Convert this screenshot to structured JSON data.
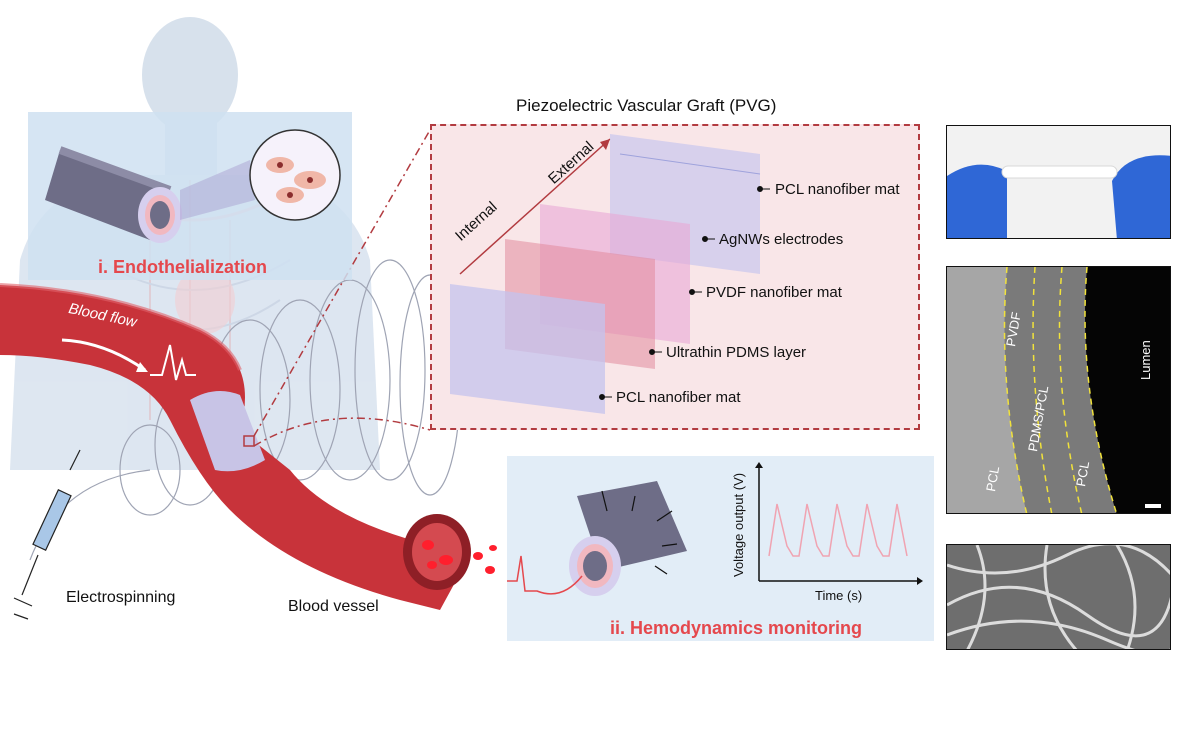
{
  "pvg_title": "Piezoelectric Vascular Graft (PVG)",
  "endothelialization_label": "i. Endothelialization",
  "hemodynamics_label": "ii. Hemodynamics monitoring",
  "blood_flow_label": "Blood flow",
  "electrospinning_label": "Electrospinning",
  "blood_vessel_label": "Blood vessel",
  "layers": {
    "internal": "Internal",
    "external": "External",
    "pcl_top": "PCL nanofiber mat",
    "agnws": "AgNWs electrodes",
    "pvdf": "PVDF nanofiber mat",
    "pdms": "Ultrathin  PDMS layer",
    "pcl_bottom": "PCL nanofiber mat"
  },
  "voltage_chart": {
    "ylabel": "Voltage output (V)",
    "xlabel": "Time (s)",
    "peaks": 5
  },
  "sem_labels": {
    "pvdf": "PVDF",
    "pdms_pcl": "PDMS/PCL",
    "pcl_left": "PCL",
    "pcl_right": "PCL",
    "lumen": "Lumen"
  },
  "colors": {
    "accent_red": "#e5484d",
    "vessel_red": "#c8333a",
    "graft_lavender": "#c8c4e6",
    "box_border": "#b23b40"
  },
  "icons": [
    "human-body-icon",
    "syringe-icon",
    "vessel-icon",
    "graft-tube-icon",
    "cell-zoom-icon"
  ]
}
